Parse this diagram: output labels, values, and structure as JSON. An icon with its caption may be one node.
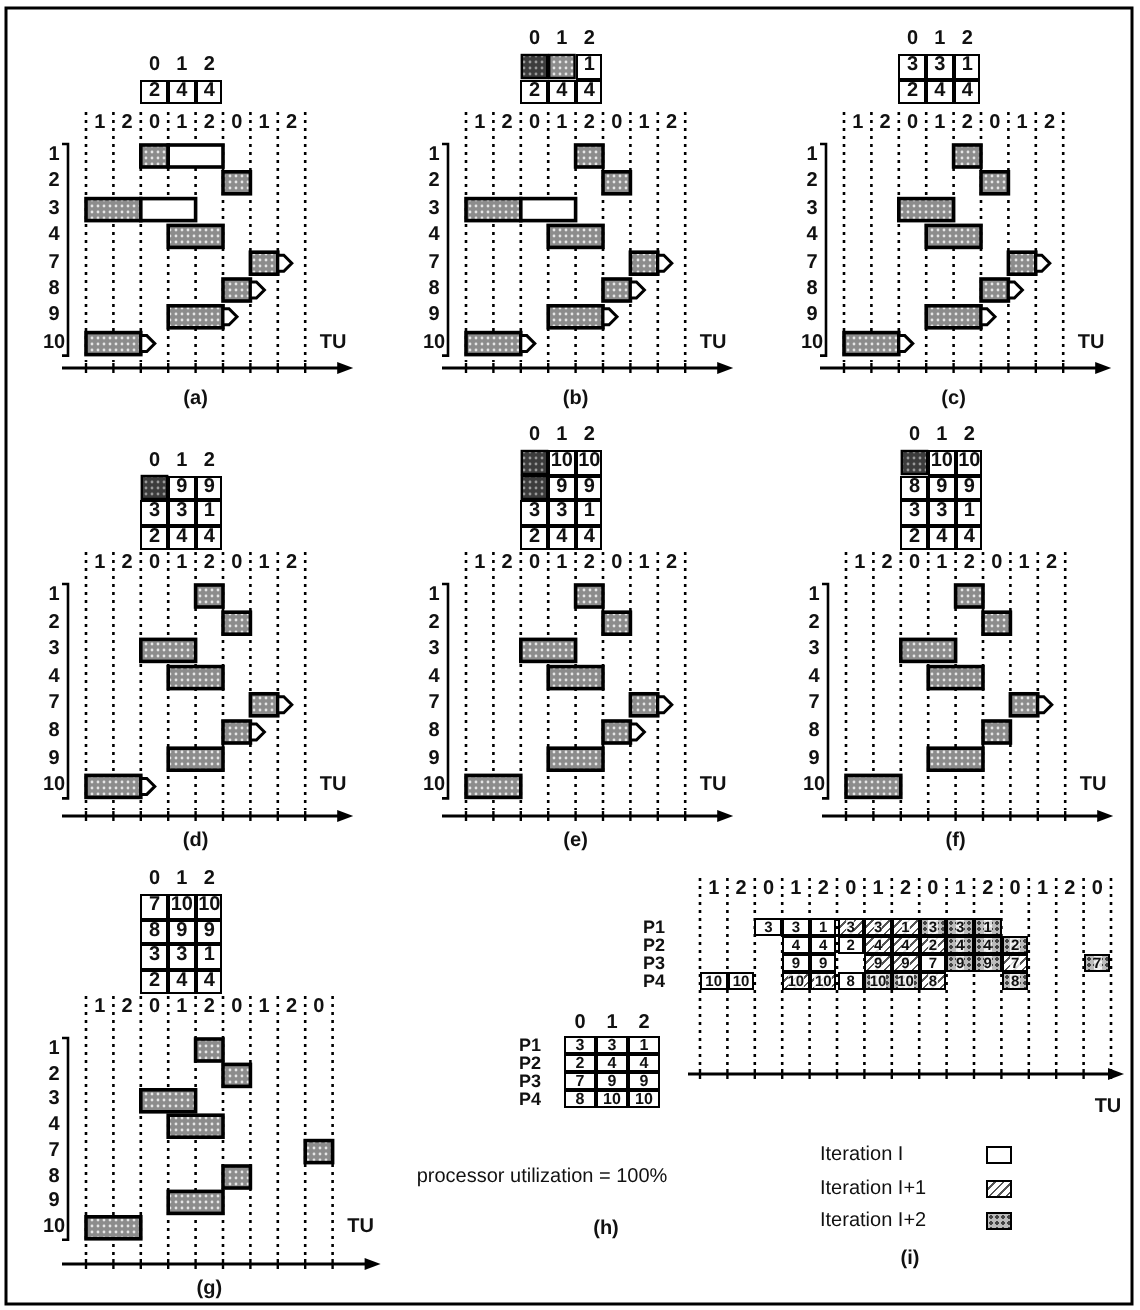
{
  "diagram": {
    "labels": [
      "0",
      "1",
      "2",
      "2",
      "4",
      "4",
      "1",
      "2",
      "0",
      "1",
      "2",
      "0",
      "1",
      "2",
      "1",
      "2",
      "3",
      "4",
      "7",
      "8",
      "9",
      "10",
      "TU",
      "(a)",
      "0",
      "1",
      "2",
      "1",
      "2",
      "4",
      "4",
      "1",
      "2",
      "0",
      "1",
      "2",
      "0",
      "1",
      "2",
      "1",
      "2",
      "3",
      "4",
      "7",
      "8",
      "9",
      "10",
      "TU",
      "(b)",
      "0",
      "1",
      "2",
      "3",
      "3",
      "1",
      "2",
      "4",
      "4",
      "1",
      "2",
      "0",
      "1",
      "2",
      "0",
      "1",
      "2",
      "1",
      "2",
      "3",
      "4",
      "7",
      "8",
      "9",
      "10",
      "TU",
      "(c)",
      "0",
      "1",
      "2",
      "9",
      "9",
      "3",
      "3",
      "1",
      "2",
      "4",
      "4",
      "1",
      "2",
      "0",
      "1",
      "2",
      "0",
      "1",
      "2",
      "1",
      "2",
      "3",
      "4",
      "7",
      "8",
      "9",
      "10",
      "TU",
      "(d)",
      "0",
      "1",
      "2",
      "10",
      "10",
      "9",
      "9",
      "3",
      "3",
      "1",
      "2",
      "4",
      "4",
      "1",
      "2",
      "0",
      "1",
      "2",
      "0",
      "1",
      "2",
      "1",
      "2",
      "3",
      "4",
      "7",
      "8",
      "9",
      "10",
      "TU",
      "(e)",
      "0",
      "1",
      "2",
      "10",
      "10",
      "8",
      "9",
      "9",
      "3",
      "3",
      "1",
      "2",
      "4",
      "4",
      "1",
      "2",
      "0",
      "1",
      "2",
      "0",
      "1",
      "2",
      "1",
      "2",
      "3",
      "4",
      "7",
      "8",
      "9",
      "10",
      "TU",
      "(f)",
      "0",
      "1",
      "2",
      "7",
      "10",
      "10",
      "8",
      "9",
      "9",
      "3",
      "3",
      "1",
      "2",
      "4",
      "4",
      "1",
      "2",
      "0",
      "1",
      "2",
      "0",
      "1",
      "2",
      "0",
      "1",
      "2",
      "3",
      "4",
      "7",
      "8",
      "9",
      "10",
      "TU",
      "(g)",
      "0",
      "1",
      "2",
      "P1",
      "3",
      "3",
      "1",
      "P2",
      "2",
      "4",
      "4",
      "P3",
      "7",
      "9",
      "9",
      "P4",
      "8",
      "10",
      "10",
      "processor utilization = 100%",
      "(h)",
      "1",
      "2",
      "0",
      "1",
      "2",
      "0",
      "1",
      "2",
      "0",
      "1",
      "2",
      "0",
      "1",
      "2",
      "0",
      "P1",
      "3",
      "3",
      "1",
      "3",
      "3",
      "1",
      "3",
      "3",
      "1",
      "P2",
      "4",
      "4",
      "2",
      "4",
      "4",
      "2",
      "4",
      "4",
      "2",
      "P3",
      "9",
      "9",
      "9",
      "9",
      "7",
      "9",
      "9",
      "7",
      "7",
      "P4",
      "10",
      "10",
      "10",
      "10",
      "8",
      "10",
      "10",
      "8",
      "8",
      "TU",
      "(i)"
    ],
    "legend": [
      {
        "text": "Iteration I"
      },
      {
        "text": "Iteration I+1"
      },
      {
        "text": "Iteration I+2"
      }
    ]
  }
}
